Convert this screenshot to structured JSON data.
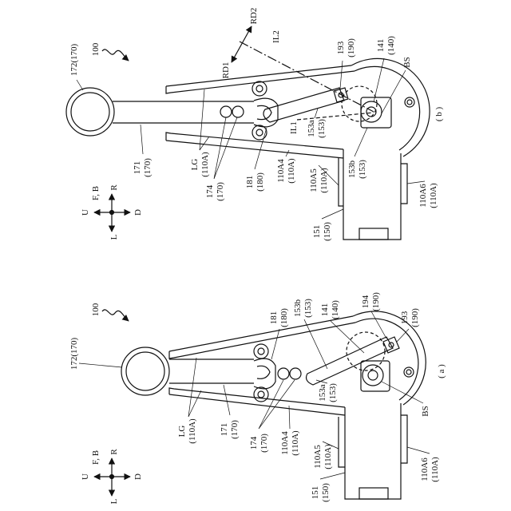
{
  "axes": {
    "up": "U",
    "down": "D",
    "front_back": "F, B",
    "right": "R",
    "left": "L"
  },
  "figure_b": {
    "caption": "( b )",
    "ref": "100",
    "labels": {
      "n172": [
        "172(170)"
      ],
      "rd2": [
        "RD2"
      ],
      "rd1": [
        "RD1"
      ],
      "il2": [
        "IL2"
      ],
      "n193": [
        "193",
        "(190)"
      ],
      "n141": [
        "141",
        "(140)"
      ],
      "bs": [
        "BS"
      ],
      "il1": [
        "IL1"
      ],
      "n153a": [
        "153a",
        "(153)"
      ],
      "n153b": [
        "153b",
        "(153)"
      ],
      "n171": [
        "171",
        "(170)"
      ],
      "lg": [
        "LG",
        "(110A)"
      ],
      "n174": [
        "174",
        "(170)"
      ],
      "n181": [
        "181",
        "(180)"
      ],
      "n110a4": [
        "110A4",
        "(110A)"
      ],
      "n110a5": [
        "110A5",
        "(110A)"
      ],
      "n110a6": [
        "110A6",
        "(110A)"
      ],
      "n151": [
        "151",
        "(150)"
      ]
    }
  },
  "figure_a": {
    "caption": "( a )",
    "ref": "100",
    "labels": {
      "n172": [
        "172(170)"
      ],
      "n181": [
        "181",
        "(180)"
      ],
      "n153b": [
        "153b",
        "(153)"
      ],
      "n141": [
        "141",
        "(140)"
      ],
      "n194": [
        "194",
        "(190)"
      ],
      "n193": [
        "193",
        "(190)"
      ],
      "bs": [
        "BS"
      ],
      "lg": [
        "LG",
        "(110A)"
      ],
      "n171": [
        "171",
        "(170)"
      ],
      "n174": [
        "174",
        "(170)"
      ],
      "n153a": [
        "153a",
        "(153)"
      ],
      "n110a4": [
        "110A4",
        "(110A)"
      ],
      "n110a5": [
        "110A5",
        "(110A)"
      ],
      "n110a6": [
        "110A6",
        "(110A)"
      ],
      "n151": [
        "151",
        "(150)"
      ]
    }
  }
}
